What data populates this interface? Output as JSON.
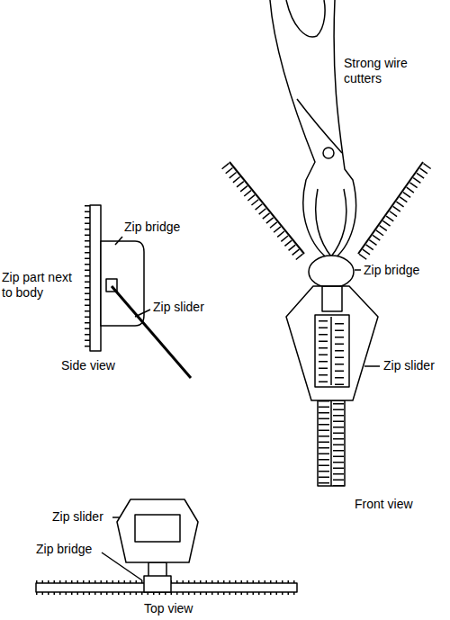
{
  "diagram": {
    "labels": [
      "Strong wire cutters",
      "Zip bridge",
      "Zip bridge",
      "Zip part next to body",
      "Zip slider",
      "Zip slider",
      "Side view",
      "Front view",
      "Zip slider",
      "Zip bridge",
      "Top view"
    ]
  }
}
